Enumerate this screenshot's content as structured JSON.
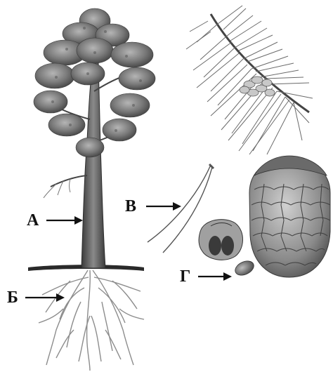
{
  "labels": {
    "a": "А",
    "b": "Б",
    "v": "В",
    "g": "Г"
  },
  "colors": {
    "ink": "#111111",
    "foliage": "#7a7a7a",
    "trunk": "#5a5a5a",
    "roots": "#9a9a9a",
    "soil": "#2a2a2a",
    "cone": "#8a8a8a"
  }
}
